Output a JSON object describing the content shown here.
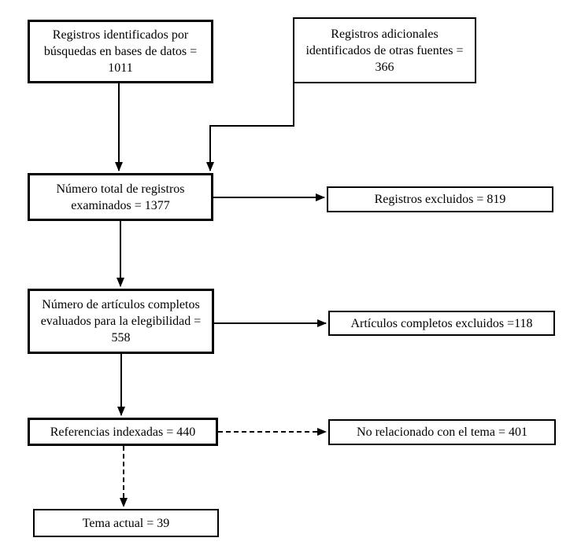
{
  "colors": {
    "background": "#ffffff",
    "box_border": "#000000",
    "line": "#000000",
    "text": "#000000"
  },
  "nodes": {
    "identified_db": {
      "lines": [
        "Registros identificados por",
        "búsquedas en bases de datos =",
        "1011"
      ],
      "value": 1011
    },
    "other_sources": {
      "lines": [
        "Registros adicionales",
        "identificados de otras fuentes =",
        "366"
      ],
      "value": 366
    },
    "total_screened": {
      "lines": [
        "Número total de registros",
        "examinados = 1377"
      ],
      "value": 1377
    },
    "records_excluded": {
      "lines": [
        "Registros excluidos = 819"
      ],
      "value": 819
    },
    "fulltext_assessed": {
      "lines": [
        "Número de artículos completos",
        "evaluados para la elegibilidad =",
        "558"
      ],
      "value": 558
    },
    "fulltext_excluded": {
      "lines": [
        "Artículos completos excluidos =118"
      ],
      "value": 118
    },
    "indexed_references": {
      "lines": [
        "Referencias indexadas = 440"
      ],
      "value": 440
    },
    "not_related": {
      "lines": [
        "No relacionado con el tema = 401"
      ],
      "value": 401
    },
    "current_topic": {
      "lines": [
        "Tema actual = 39"
      ],
      "value": 39
    }
  },
  "edges": [
    {
      "from": "identified_db",
      "to": "total_screened",
      "style": "solid"
    },
    {
      "from": "other_sources",
      "to": "total_screened",
      "style": "solid"
    },
    {
      "from": "total_screened",
      "to": "records_excluded",
      "style": "solid"
    },
    {
      "from": "total_screened",
      "to": "fulltext_assessed",
      "style": "solid"
    },
    {
      "from": "fulltext_assessed",
      "to": "fulltext_excluded",
      "style": "solid"
    },
    {
      "from": "fulltext_assessed",
      "to": "indexed_references",
      "style": "solid"
    },
    {
      "from": "indexed_references",
      "to": "not_related",
      "style": "dashed"
    },
    {
      "from": "indexed_references",
      "to": "current_topic",
      "style": "dashed"
    }
  ]
}
